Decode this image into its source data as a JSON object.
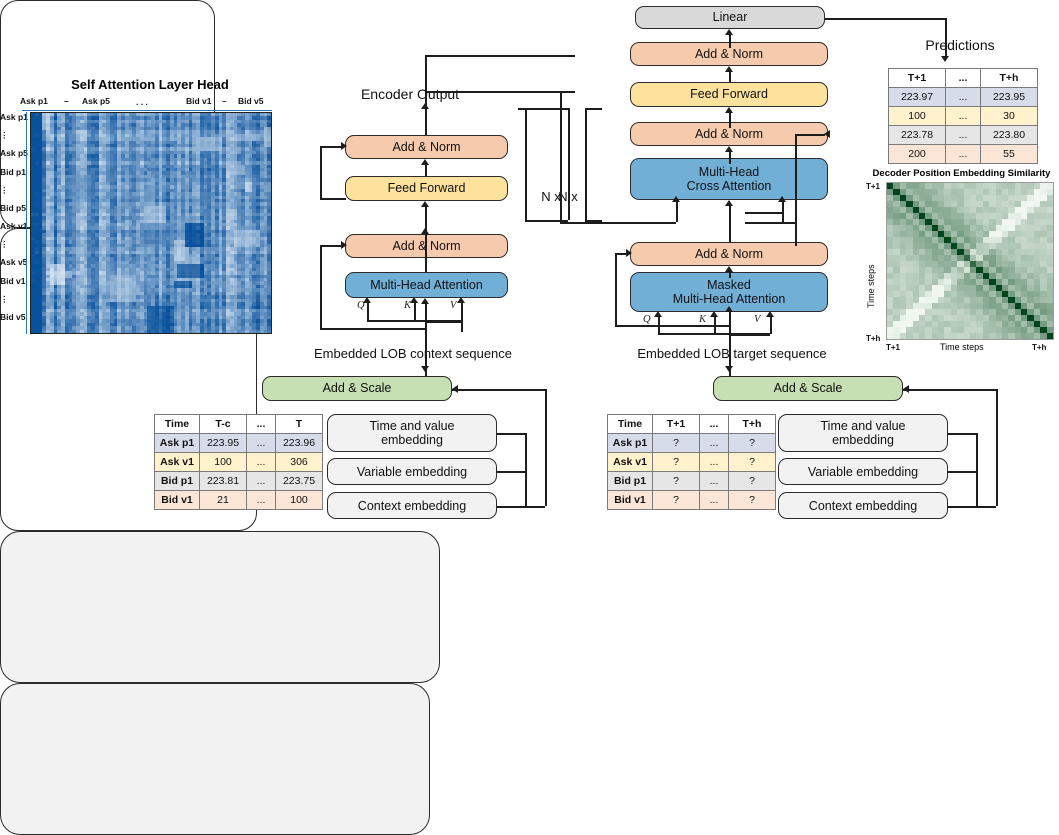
{
  "figure": {
    "encoder": {
      "output_label": "Encoder Output",
      "repeat_label": "N x",
      "caption": "Embedded LOB context sequence",
      "blocks": [
        {
          "label": "Add & Norm",
          "type": "addnorm"
        },
        {
          "label": "Feed Forward",
          "type": "ff"
        },
        {
          "label": "Add & Norm",
          "type": "addnorm"
        },
        {
          "label": "Multi-Head Attention",
          "type": "attn"
        }
      ],
      "qkv": [
        "Q",
        "K",
        "V"
      ]
    },
    "decoder": {
      "linear_label": "Linear",
      "repeat_label": "N x",
      "caption": "Embedded LOB target sequence",
      "blocks": [
        {
          "label": "Add & Norm",
          "type": "addnorm"
        },
        {
          "label": "Feed Forward",
          "type": "ff"
        },
        {
          "label": "Add & Norm",
          "type": "addnorm"
        },
        {
          "label_line1": "Multi-Head",
          "label_line2": "Cross Attention",
          "type": "attn"
        },
        {
          "label": "Add & Norm",
          "type": "addnorm"
        },
        {
          "label_line1": "Masked",
          "label_line2": "Multi-Head Attention",
          "type": "attn"
        }
      ],
      "qkv": [
        "Q",
        "K",
        "V"
      ]
    },
    "attention_heatmap": {
      "title": "Self Attention Layer Head",
      "x_labels": [
        "Ask p1",
        "–",
        "Ask p5",
        ". . .",
        "Bid v1",
        "–",
        "Bid v5"
      ],
      "y_labels": [
        "Ask p1",
        "⋮",
        "Ask p5",
        "Bid p1",
        "⋮",
        "Bid p5",
        "Ask v1",
        "⋮",
        "Ask v5",
        "Bid v1",
        "⋮",
        "Bid v5"
      ]
    },
    "predictions": {
      "title": "Predictions",
      "columns": [
        "T+1",
        "...",
        "T+h"
      ],
      "rows": [
        {
          "cells": [
            "223.97",
            "...",
            "223.95"
          ],
          "color": "#D6DCE9"
        },
        {
          "cells": [
            "100",
            "...",
            "30"
          ],
          "color": "#FFF2CC"
        },
        {
          "cells": [
            "223.78",
            "...",
            "223.80"
          ],
          "color": "#E7E6E6"
        },
        {
          "cells": [
            "200",
            "...",
            "55"
          ],
          "color": "#FBE5D6"
        }
      ]
    },
    "position_heatmap": {
      "title": "Decoder Position Embedding Similarity",
      "y_axis_label": "Time steps",
      "x_axis_label": "Time steps",
      "y_ticks": [
        "T+1",
        "T+h"
      ],
      "x_ticks": [
        "T+1",
        "T+h"
      ]
    },
    "context_panel": {
      "scale_label": "Add & Scale",
      "embeddings": [
        {
          "line1": "Time and value",
          "line2": "embedding"
        },
        {
          "line1": "Variable embedding",
          "line2": ""
        },
        {
          "line1": "Context embedding",
          "line2": ""
        }
      ],
      "table": {
        "columns": [
          "Time",
          "T-c",
          "...",
          "T"
        ],
        "rows": [
          {
            "name": "Ask p1",
            "cells": [
              "223.95",
              "...",
              "223.96"
            ],
            "color": "#D6DCE9"
          },
          {
            "name": "Ask v1",
            "cells": [
              "100",
              "...",
              "306"
            ],
            "color": "#FFF2CC"
          },
          {
            "name": "Bid p1",
            "cells": [
              "223.81",
              "...",
              "223.75"
            ],
            "color": "#E7E6E6"
          },
          {
            "name": "Bid v1",
            "cells": [
              "21",
              "...",
              "100"
            ],
            "color": "#FBE5D6"
          }
        ]
      }
    },
    "target_panel": {
      "scale_label": "Add & Scale",
      "embeddings": [
        {
          "line1": "Time and value",
          "line2": "embedding"
        },
        {
          "line1": "Variable embedding",
          "line2": ""
        },
        {
          "line1": "Context embedding",
          "line2": ""
        }
      ],
      "table": {
        "columns": [
          "Time",
          "T+1",
          "...",
          "T+h"
        ],
        "rows": [
          {
            "name": "Ask p1",
            "cells": [
              "?",
              "...",
              "?"
            ],
            "color": "#D6DCE9"
          },
          {
            "name": "Ask v1",
            "cells": [
              "?",
              "...",
              "?"
            ],
            "color": "#FFF2CC"
          },
          {
            "name": "Bid p1",
            "cells": [
              "?",
              "...",
              "?"
            ],
            "color": "#E7E6E6"
          },
          {
            "name": "Bid v1",
            "cells": [
              "?",
              "...",
              "?"
            ],
            "color": "#FBE5D6"
          }
        ]
      }
    },
    "colors": {
      "addnorm": "#F6CBAD",
      "feedforward": "#FCE29C",
      "attention": "#72AFD7",
      "linear": "#D9D9D9",
      "addscale": "#C6E0B4",
      "panel": "#F2F2F2"
    }
  }
}
